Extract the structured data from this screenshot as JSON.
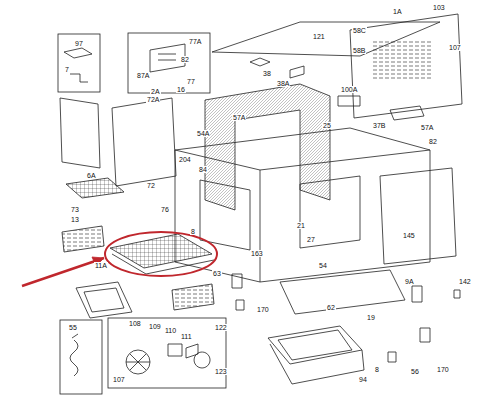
{
  "diagram": {
    "labels": [
      "97",
      "7",
      "77A",
      "82",
      "87A",
      "77",
      "16",
      "121",
      "58C",
      "1A",
      "103",
      "107",
      "58B",
      "38",
      "38A",
      "2A",
      "72A",
      "54A",
      "57A",
      "100A",
      "37B",
      "57A",
      "25",
      "82",
      "72",
      "204",
      "84",
      "6A",
      "76",
      "73",
      "13",
      "11A",
      "8",
      "63",
      "163",
      "21",
      "27",
      "54",
      "145",
      "9A",
      "142",
      "62",
      "170",
      "19",
      "94",
      "56",
      "170",
      "8",
      "55",
      "108",
      "109",
      "110",
      "111",
      "122",
      "123",
      "107"
    ]
  }
}
